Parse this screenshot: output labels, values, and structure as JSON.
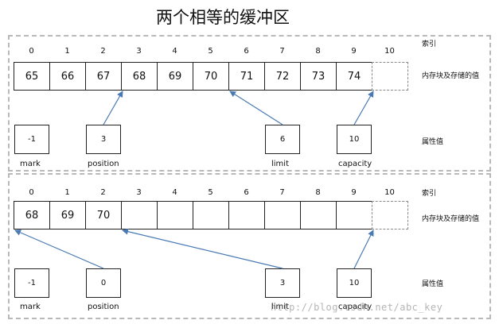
{
  "title": "两个相等的缓冲区",
  "legend": {
    "index": "索引",
    "stored": "内存块及存储的值",
    "attr": "属性值"
  },
  "watermark": "http://blog.csdn.net/abc_key",
  "panels": [
    {
      "indices": [
        "0",
        "1",
        "2",
        "3",
        "4",
        "5",
        "6",
        "7",
        "8",
        "9",
        "10"
      ],
      "cells": [
        "65",
        "66",
        "67",
        "68",
        "69",
        "70",
        "71",
        "72",
        "73",
        "74",
        ""
      ],
      "attributes": [
        {
          "name": "mark",
          "value": "-1",
          "points_to": null
        },
        {
          "name": "position",
          "value": "3",
          "points_to": 3
        },
        {
          "name": "limit",
          "value": "6",
          "points_to": 6
        },
        {
          "name": "capacity",
          "value": "10",
          "points_to": 10
        }
      ]
    },
    {
      "indices": [
        "0",
        "1",
        "2",
        "3",
        "4",
        "5",
        "6",
        "7",
        "8",
        "9",
        "10"
      ],
      "cells": [
        "68",
        "69",
        "70",
        "",
        "",
        "",
        "",
        "",
        "",
        "",
        ""
      ],
      "attributes": [
        {
          "name": "mark",
          "value": "-1",
          "points_to": null
        },
        {
          "name": "position",
          "value": "0",
          "points_to": 0
        },
        {
          "name": "limit",
          "value": "3",
          "points_to": 3
        },
        {
          "name": "capacity",
          "value": "10",
          "points_to": 10
        }
      ]
    }
  ]
}
